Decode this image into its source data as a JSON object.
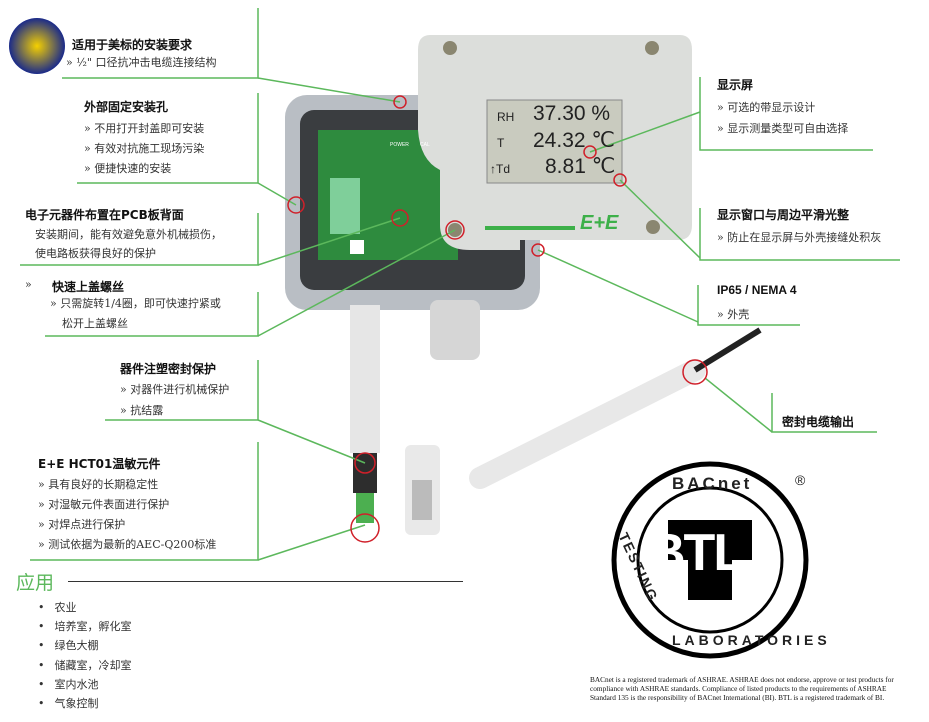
{
  "callouts_left": [
    {
      "title": "适用于美标的安装要求",
      "items": [
        "» ½\" 口径抗冲击电缆连接结构"
      ]
    },
    {
      "title": "外部固定安装孔",
      "items": [
        "» 不用打开封盖即可安装",
        "» 有效对抗施工现场污染",
        "» 便捷快速的安装"
      ]
    },
    {
      "title": "电子元器件布置在PCB板背面",
      "items": [
        "安装期间，能有效避免意外机械损伤，",
        "使电路板获得良好的保护"
      ]
    },
    {
      "title": "快速上盖螺丝",
      "bullet": "»",
      "items": [
        "» 只需旋转1/4圈，即可快速拧紧或",
        "松开上盖螺丝"
      ]
    },
    {
      "title": "器件注塑密封保护",
      "items": [
        "» 对器件进行机械保护",
        "» 抗结露"
      ]
    },
    {
      "title": "E+E  HCT01温敏元件",
      "items": [
        "» 具有良好的长期稳定性",
        "» 对湿敏元件表面进行保护",
        "» 对焊点进行保护",
        "» 测试依据为最新的AEC-Q200标准"
      ]
    }
  ],
  "callouts_right": [
    {
      "title": "显示屏",
      "items": [
        "» 可选的带显示设计",
        "» 显示测量类型可自由选择"
      ]
    },
    {
      "title": "显示窗口与周边平滑光整",
      "items": [
        "» 防止在显示屏与外壳接缝处积灰"
      ]
    },
    {
      "title": "IP65 / NEMA 4",
      "items": [
        "» 外壳"
      ]
    },
    {
      "title": "密封电缆输出",
      "items": []
    }
  ],
  "display": {
    "rh_label": "RH",
    "rh_value": "37.30 %",
    "t_label": "T",
    "t_value": "24.32 ℃",
    "td_label": "↑Td",
    "td_value": "8.81 ℃",
    "brand": "E+E",
    "power": "POWER",
    "cal": "CAL"
  },
  "applications": {
    "heading": "应用",
    "items": [
      "农业",
      "培养室，孵化室",
      "绿色大棚",
      "储藏室，冷却室",
      "室内水池",
      "气象控制"
    ]
  },
  "btl_logo": {
    "top": "BACnet",
    "left": "TESTING",
    "right": "LABORATORIES",
    "center": "BTL",
    "registered": "®"
  },
  "footnote": "BACnet is a registered trademark of ASHRAE.  ASHRAE does not endorse, approve or test products for compliance with ASHRAE standards.  Compliance of listed products to the requirements of ASHRAE Standard 135 is the responsibility of BACnet International (BI).  BTL is a registered trademark of BI.",
  "colors": {
    "accent": "#5cb85c",
    "marker": "#d0202a"
  }
}
